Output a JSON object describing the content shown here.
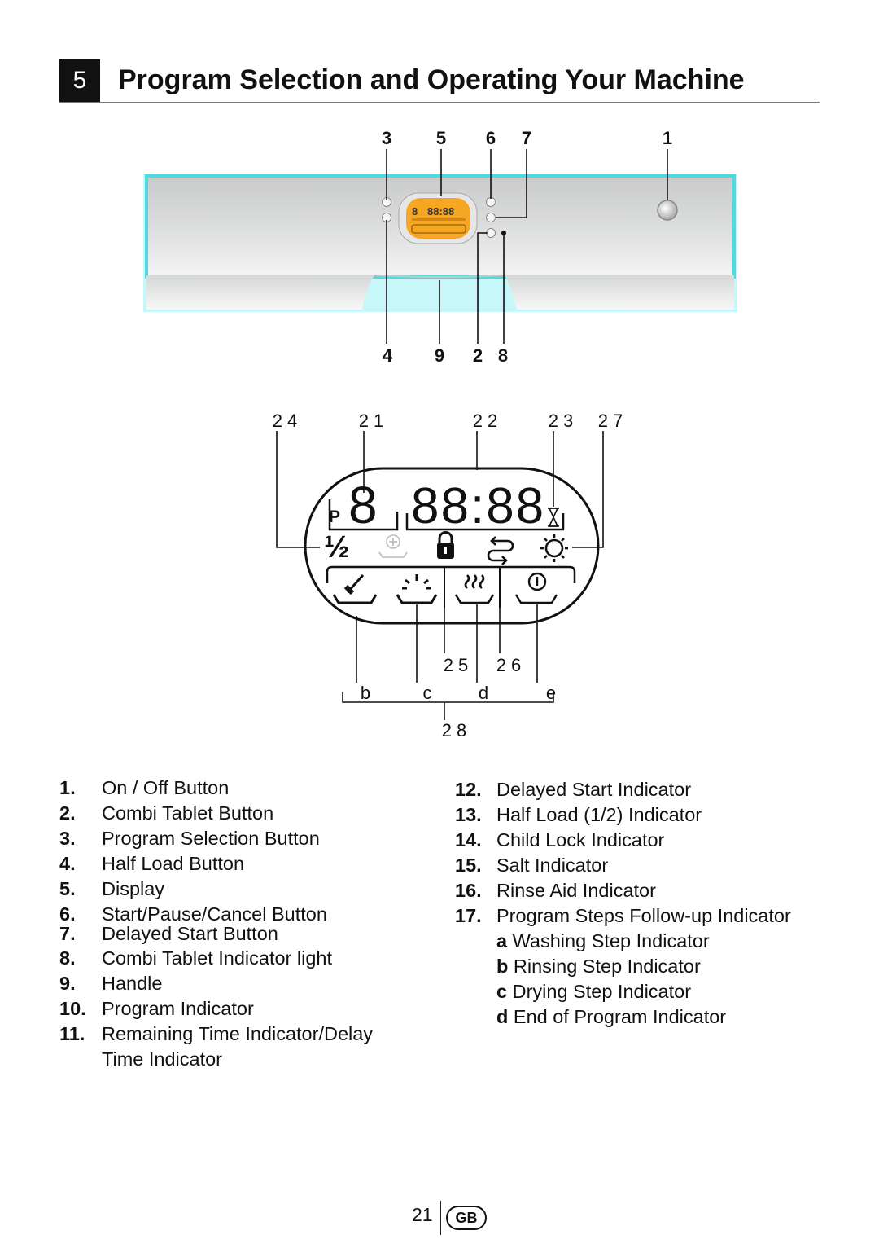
{
  "section": {
    "number": "5",
    "title": "Program Selection and Operating Your Machine"
  },
  "panel_callouts": {
    "top": [
      "3",
      "5",
      "6",
      "7",
      "1"
    ],
    "bottom": [
      "4",
      "9",
      "2",
      "8"
    ]
  },
  "panel_display_chars": {
    "prog": "8",
    "time": "88:88"
  },
  "display_callouts": {
    "top": [
      "2 4",
      "2 1",
      "2 2",
      "2 3",
      "2 7"
    ],
    "middle": [
      "2 5",
      "2 6"
    ],
    "letters": [
      "b",
      "c",
      "d",
      "e"
    ],
    "bottom": "2 8"
  },
  "display": {
    "program_letter": "P",
    "program_digit": "8",
    "time": "88:88",
    "half_load": "½"
  },
  "left_list": [
    {
      "num": "1.",
      "label": "On / Off Button"
    },
    {
      "num": "2.",
      "label": "Combi Tablet Button"
    },
    {
      "num": "3.",
      "label": "Program Selection Button"
    },
    {
      "num": "4.",
      "label": "Half Load Button"
    },
    {
      "num": "5.",
      "label": "Display"
    },
    {
      "num": "6.",
      "label": "Start/Pause/Cancel Button"
    },
    {
      "num": "7.",
      "label": "Delayed Start Button"
    },
    {
      "num": "8.",
      "label": "Combi Tablet Indicator light"
    },
    {
      "num": "9.",
      "label": "Handle"
    },
    {
      "num": "10.",
      "label": "Program Indicator"
    },
    {
      "num": "11.",
      "label": "Remaining Time Indicator/Delay"
    },
    {
      "num": "",
      "label": "Time Indicator"
    }
  ],
  "right_list": [
    {
      "num": "12.",
      "label": "Delayed Start Indicator"
    },
    {
      "num": "13.",
      "label": "Half Load (1/2) Indicator"
    },
    {
      "num": "14.",
      "label": "Child Lock Indicator"
    },
    {
      "num": "15.",
      "label": "Salt Indicator"
    },
    {
      "num": "16.",
      "label": "Rinse Aid Indicator"
    },
    {
      "num": "17.",
      "label": "Program Steps Follow-up Indicator"
    }
  ],
  "sub_items": [
    {
      "letter": "a",
      "label": "Washing Step Indicator"
    },
    {
      "letter": "b",
      "label": "Rinsing Step Indicator"
    },
    {
      "letter": "c",
      "label": "Drying Step Indicator"
    },
    {
      "letter": "d",
      "label": "End of Program Indicator"
    }
  ],
  "footer": {
    "page": "21",
    "lang": "GB"
  },
  "colors": {
    "panel_glow": "#5ee8ee",
    "display_amber": "#f5a623",
    "ink": "#111111"
  }
}
